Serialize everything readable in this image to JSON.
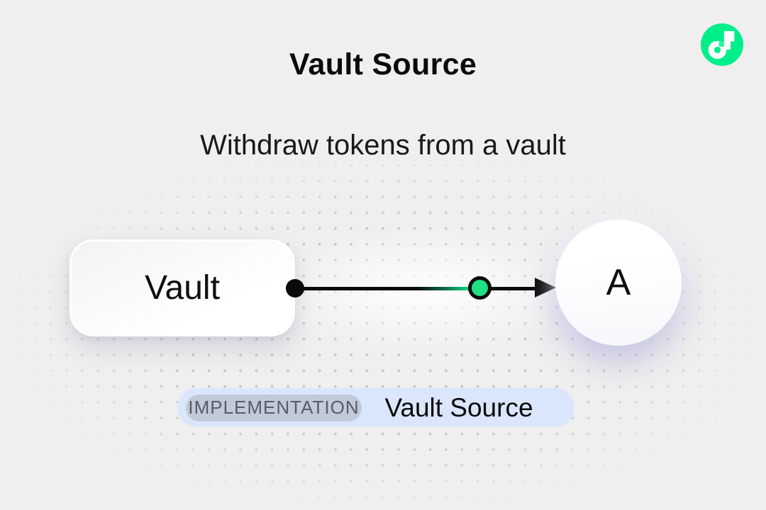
{
  "header": {
    "title": "Vault Source",
    "subtitle": "Withdraw tokens from a vault"
  },
  "logo": {
    "name": "Flow",
    "brand_green": "#00EF8B",
    "accent_green": "#2BF699"
  },
  "diagram": {
    "vault_node_label": "Vault",
    "account_node_label": "A",
    "event_dot_color": "#20E083",
    "edge_color": "#0B0B0B"
  },
  "badge": {
    "tag": "IMPLEMENTATION",
    "label": "Vault Source"
  },
  "colors": {
    "background": "#EFEFEF",
    "dot_grid": "#C4C4C9",
    "badge_bg": "#DAE6FC",
    "tag_bg": "#C2CAD8",
    "tag_text": "#575D68"
  }
}
